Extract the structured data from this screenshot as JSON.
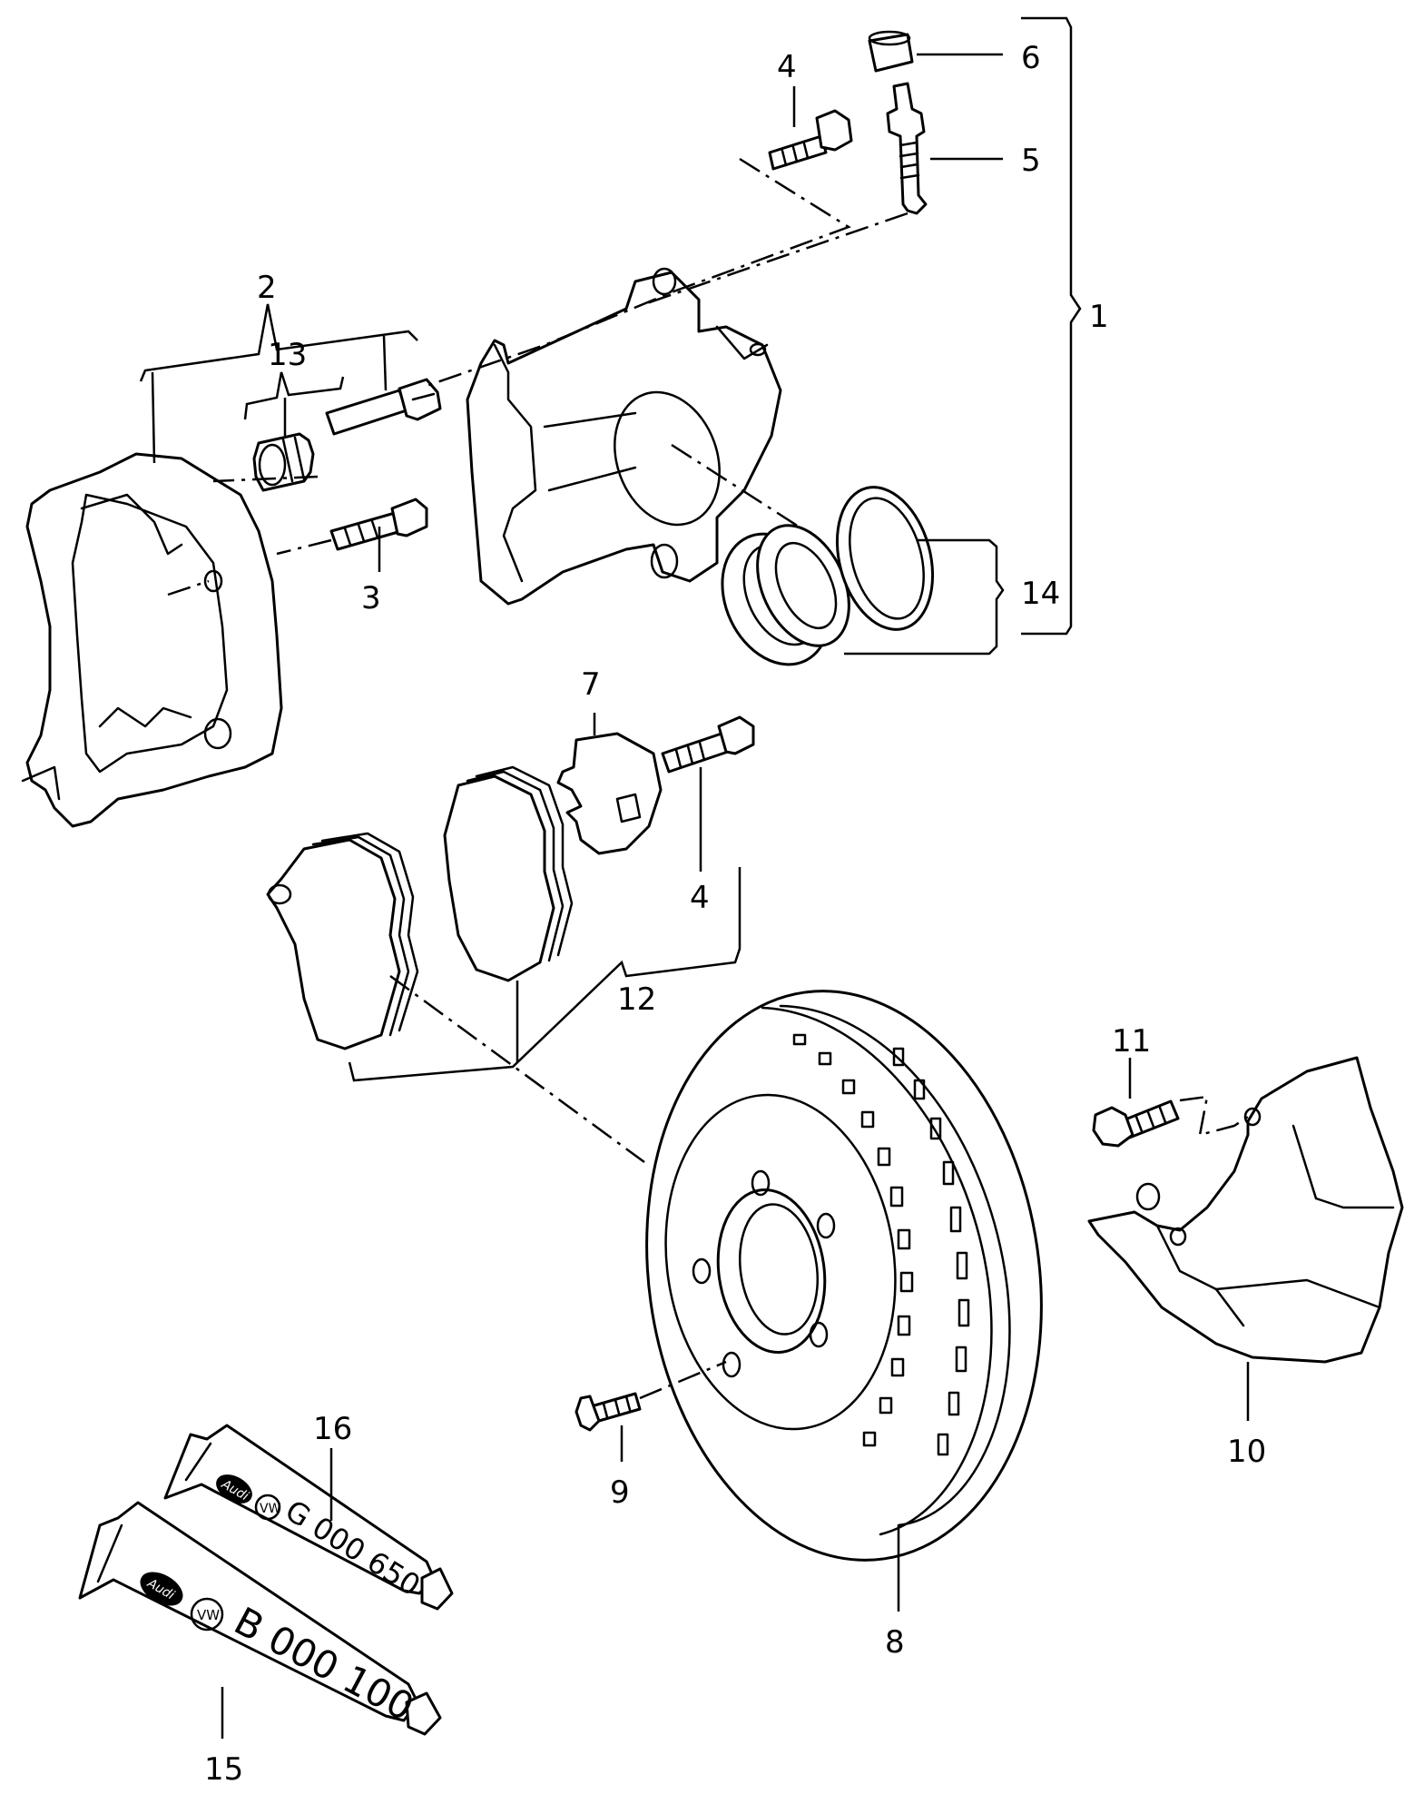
{
  "callouts": {
    "c1": "1",
    "c2": "2",
    "c3": "3",
    "c4a": "4",
    "c4b": "4",
    "c5": "5",
    "c6": "6",
    "c7": "7",
    "c8": "8",
    "c9": "9",
    "c10": "10",
    "c11": "11",
    "c12": "12",
    "c13": "13",
    "c14": "14",
    "c15": "15",
    "c16": "16"
  },
  "tubes": {
    "small_code": "G 000 650",
    "large_code": "B 000 100",
    "brand_logo": "Audi",
    "vw_logo": "VW"
  },
  "colors": {
    "line": "#000000",
    "background": "#ffffff"
  }
}
